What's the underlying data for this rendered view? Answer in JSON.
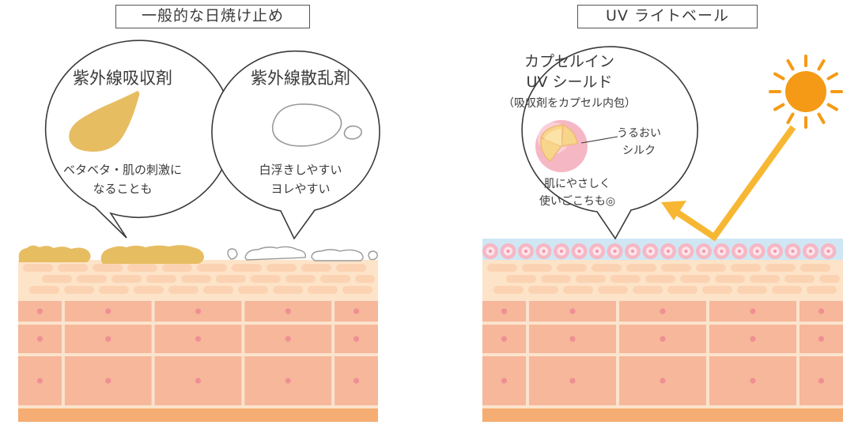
{
  "panels": {
    "left": {
      "title": "一般的な日焼け止め",
      "bubble_absorber": {
        "title": "紫外線吸収剤",
        "desc_line1": "ベタベタ・肌の刺激に",
        "desc_line2": "なることも"
      },
      "bubble_scatterer": {
        "title": "紫外線散乱剤",
        "desc_line1": "白浮きしやすい",
        "desc_line2": "ヨレやすい"
      }
    },
    "right": {
      "title": "UV ライトベール",
      "bubble_capsule": {
        "title_line1": "カプセルイン",
        "title_line2": "UV シールド",
        "subtitle": "（吸収剤をカプセル内包）",
        "capsule_label_line1": "うるおい",
        "capsule_label_line2": "シルク",
        "desc_line1": "肌にやさしく",
        "desc_line2": "使いごこちも◎"
      }
    }
  },
  "colors": {
    "skin_top": "#fde3c8",
    "skin_cell": "#fbd3b2",
    "skin_lower": "#f7c6a8",
    "skin_lower_cell": "#f6b79a",
    "nucleus": "#ef8f93",
    "base_layer": "#f5ad73",
    "absorber_gold": "#e7bd62",
    "sun": "#f59a16",
    "ray": "#f7b733",
    "uv_film": "#cfe7f5",
    "capsule_pink": "#f6b7c4"
  }
}
